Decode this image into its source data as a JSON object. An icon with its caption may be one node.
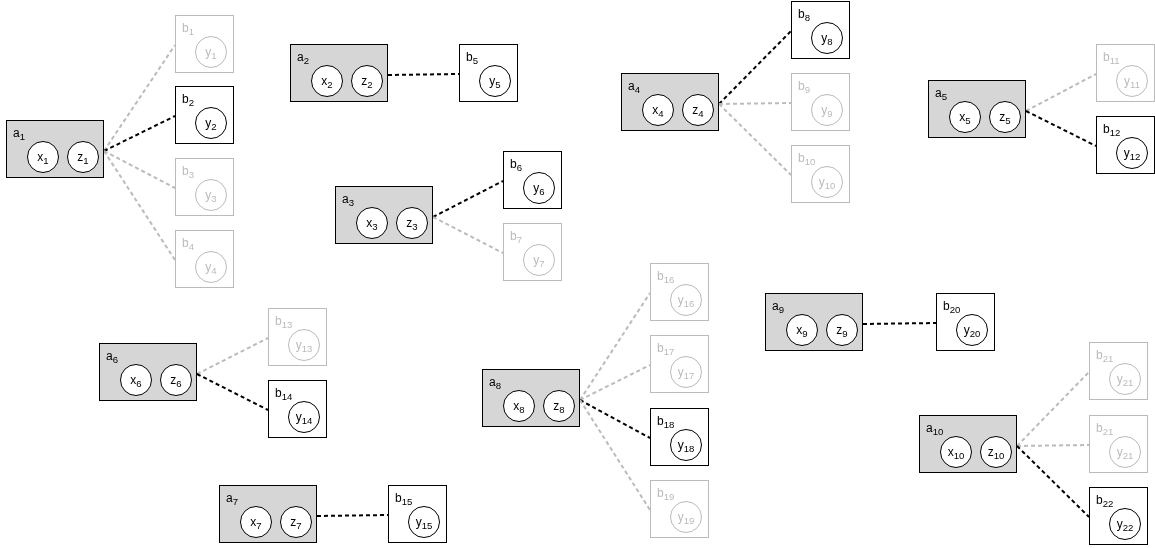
{
  "diagram": {
    "nodes": [
      {
        "text": [
          "a$_{1}$"
        ]
      },
      {
        "text": [
          "x$_{1}$"
        ],
        "in": 0
      },
      {
        "text": [
          "z$_{1}$"
        ],
        "in": 0
      },
      {
        "text": [
          "b$_{1}$"
        ]
      },
      {
        "text": [
          "y$_{1}$"
        ],
        "in": 3
      },
      {
        "text": [
          "b$_{2}$"
        ]
      },
      {
        "text": [
          "y$_{2}$"
        ],
        "in": 5
      },
      {
        "text": [
          "b$_{3}$"
        ]
      },
      {
        "text": [
          "y$_{3}$"
        ],
        "in": 7
      },
      {
        "text": [
          "b$_{4}$"
        ]
      },
      {
        "text": [
          "y$_{4}$"
        ],
        "in": 9
      },
      {
        "text": [
          "a$_{2}$"
        ]
      },
      {
        "text": [
          "x$_{2}$"
        ],
        "in": 11
      },
      {
        "text": [
          "z$_{2}$"
        ],
        "in": 11
      },
      {
        "text": [
          "b$_{5}$"
        ]
      },
      {
        "text": [
          "y$_{5}$"
        ],
        "in": 14
      },
      {
        "text": [
          "a$_{3}$"
        ]
      },
      {
        "text": [
          "x$_{3}$"
        ],
        "in": 16
      },
      {
        "text": [
          "z$_{3}$"
        ],
        "in": 16
      },
      {
        "text": [
          "b$_{6}$"
        ]
      },
      {
        "text": [
          "y$_{6}$"
        ],
        "in": 19
      },
      {
        "text": [
          "b$_{7}$"
        ]
      },
      {
        "text": [
          "y$_{7}$"
        ],
        "in": 21
      },
      {
        "text": [
          "a$_{4}$"
        ]
      },
      {
        "text": [
          "x$_{4}$"
        ],
        "in": 23
      },
      {
        "text": [
          "z$_{4}$"
        ],
        "in": 23
      },
      {
        "text": [
          "b$_{8}$"
        ]
      },
      {
        "text": [
          "y$_{8}$"
        ],
        "in": 26
      },
      {
        "text": [
          "b$_{9}$"
        ]
      },
      {
        "text": [
          "y$_{9}$"
        ],
        "in": 28
      },
      {
        "text": [
          "b$_{10}$"
        ]
      },
      {
        "text": [
          "y$_{10}$"
        ],
        "in": 30
      },
      {
        "text": [
          "a$_{5}$"
        ]
      },
      {
        "text": [
          "x$_{5}$"
        ],
        "in": 32
      },
      {
        "text": [
          "z$_{5}$"
        ],
        "in": 32
      },
      {
        "text": [
          "b$_{11}$"
        ]
      },
      {
        "text": [
          "y$_{11}$"
        ],
        "in": 35
      },
      {
        "text": [
          "b$_{12}$"
        ]
      },
      {
        "text": [
          "y$_{12}$"
        ],
        "in": 37
      },
      {
        "text": [
          "a$_{6}$"
        ]
      },
      {
        "text": [
          "x$_{6}$"
        ],
        "in": 39
      },
      {
        "text": [
          "z$_{6}$"
        ],
        "in": 39
      },
      {
        "text": [
          "b$_{13}$"
        ]
      },
      {
        "text": [
          "y$_{13}$"
        ],
        "in": 42
      },
      {
        "text": [
          "b$_{14}$"
        ]
      },
      {
        "text": [
          "y$_{14}$"
        ],
        "in": 44
      },
      {
        "text": [
          "a$_{7}$"
        ]
      },
      {
        "text": [
          "x$_{7}$"
        ],
        "in": 46
      },
      {
        "text": [
          "z$_{7}$"
        ],
        "in": 46
      },
      {
        "text": [
          "b$_{15}$"
        ]
      },
      {
        "text": [
          "y$_{15}$"
        ],
        "in": 49
      },
      {
        "text": [
          "a$_{8}$"
        ]
      },
      {
        "text": [
          "x$_{8}$"
        ],
        "in": 51
      },
      {
        "text": [
          "z$_{8}$"
        ],
        "in": 51
      },
      {
        "text": [
          "b$_{16}$"
        ]
      },
      {
        "text": [
          "y$_{16}$"
        ],
        "in": 54
      },
      {
        "text": [
          "b$_{17}$"
        ]
      },
      {
        "text": [
          "y$_{17}$"
        ],
        "in": 56
      },
      {
        "text": [
          "b$_{18}$"
        ]
      },
      {
        "text": [
          "y$_{18}$"
        ],
        "in": 58
      },
      {
        "text": [
          "b$_{19}$"
        ]
      },
      {
        "text": [
          "y$_{19}$"
        ],
        "in": 60
      },
      {
        "text": [
          "a$_{9}$"
        ]
      },
      {
        "text": [
          "x$_{9}$"
        ],
        "in": 62
      },
      {
        "text": [
          "z$_{9}$"
        ],
        "in": 62
      },
      {
        "text": [
          "b$_{20}$"
        ]
      },
      {
        "text": [
          "y$_{20}$"
        ],
        "in": 65
      },
      {
        "text": [
          "a$_{10}$"
        ]
      },
      {
        "text": [
          "x$_{10}$"
        ],
        "in": 67
      },
      {
        "text": [
          "z$_{10}$"
        ],
        "in": 67
      },
      {
        "text": [
          "b$_{21}$"
        ]
      },
      {
        "text": [
          "y$_{21}$"
        ],
        "in": 70
      },
      {
        "text": [
          "b$_{21}$"
        ]
      },
      {
        "text": [
          "y$_{21}$"
        ],
        "in": 72
      },
      {
        "text": [
          "b$_{22}$"
        ]
      },
      {
        "text": [
          "y$_{22}$"
        ],
        "in": 74
      }
    ],
    "edges": [
      {
        "from": 0,
        "to": 3,
        "arrow": "none",
        "style": "dashed",
        "color": "#bbbbbb"
      },
      {
        "from": 0,
        "to": 5,
        "arrow": "none",
        "style": "dashed",
        "color": "#000000"
      },
      {
        "from": 0,
        "to": 7,
        "arrow": "none",
        "style": "dashed",
        "color": "#bbbbbb"
      },
      {
        "from": 0,
        "to": 9,
        "arrow": "none",
        "style": "dashed",
        "color": "#bbbbbb"
      },
      {
        "from": 11,
        "to": 14,
        "arrow": "none",
        "style": "dashed",
        "color": "#000000"
      },
      {
        "from": 16,
        "to": 19,
        "arrow": "none",
        "style": "dashed",
        "color": "#000000"
      },
      {
        "from": 16,
        "to": 21,
        "arrow": "none",
        "style": "dashed",
        "color": "#bbbbbb"
      },
      {
        "from": 23,
        "to": 26,
        "arrow": "none",
        "style": "dashed",
        "color": "#000000"
      },
      {
        "from": 23,
        "to": 28,
        "arrow": "none",
        "style": "dashed",
        "color": "#bbbbbb"
      },
      {
        "from": 23,
        "to": 30,
        "arrow": "none",
        "style": "dashed",
        "color": "#bbbbbb"
      },
      {
        "from": 32,
        "to": 35,
        "arrow": "none",
        "style": "dashed",
        "color": "#bbbbbb"
      },
      {
        "from": 32,
        "to": 37,
        "arrow": "none",
        "style": "dashed",
        "color": "#000000"
      },
      {
        "from": 39,
        "to": 42,
        "arrow": "none",
        "style": "dashed",
        "color": "#bbbbbb"
      },
      {
        "from": 39,
        "to": 44,
        "arrow": "none",
        "style": "dashed",
        "color": "#000000"
      },
      {
        "from": 46,
        "to": 49,
        "arrow": "none",
        "style": "dashed",
        "color": "#000000"
      },
      {
        "from": 51,
        "to": 54,
        "arrow": "none",
        "style": "dashed",
        "color": "#bbbbbb"
      },
      {
        "from": 51,
        "to": 56,
        "arrow": "none",
        "style": "dashed",
        "color": "#bbbbbb"
      },
      {
        "from": 51,
        "to": 58,
        "arrow": "none",
        "style": "dashed",
        "color": "#000000"
      },
      {
        "from": 51,
        "to": 60,
        "arrow": "none",
        "style": "dashed",
        "color": "#bbbbbb"
      },
      {
        "from": 62,
        "to": 65,
        "arrow": "none",
        "style": "dashed",
        "color": "#000000"
      },
      {
        "from": 67,
        "to": 70,
        "arrow": "none",
        "style": "dashed",
        "color": "#bbbbbb"
      },
      {
        "from": 67,
        "to": 72,
        "arrow": "none",
        "style": "dashed",
        "color": "#bbbbbb"
      },
      {
        "from": 67,
        "to": 74,
        "arrow": "none",
        "style": "dashed",
        "color": "#000000"
      }
    ]
  }
}
